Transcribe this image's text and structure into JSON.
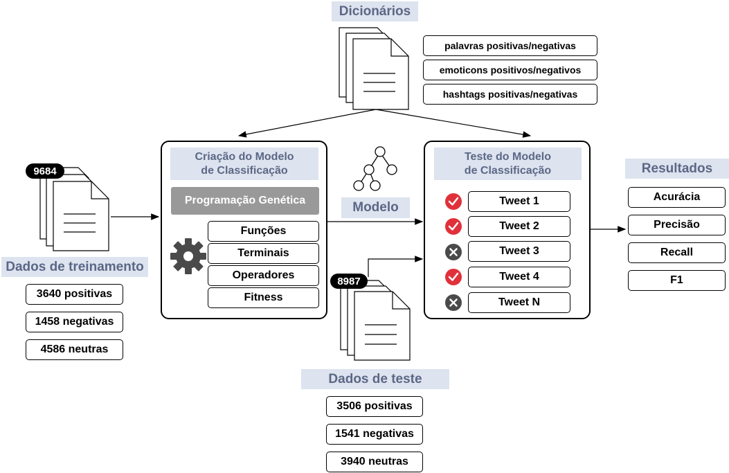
{
  "dictionaries": {
    "title": "Dicionários",
    "items": [
      "palavras positivas/negativas",
      "emoticons positivos/negativos",
      "hashtags positivas/negativas"
    ]
  },
  "training": {
    "badge": "9684",
    "title": "Dados de treinamento",
    "items": [
      "3640 positivas",
      "1458 negativas",
      "4586 neutras"
    ]
  },
  "creation": {
    "title_line1": "Criação do Modelo",
    "title_line2": "de Classificação",
    "gp_label": "Programação Genética",
    "items": [
      "Funções",
      "Terminais",
      "Operadores",
      "Fitness"
    ]
  },
  "model": {
    "label": "Modelo"
  },
  "test_model": {
    "title_line1": "Teste do Modelo",
    "title_line2": "de Classificação",
    "tweets": [
      {
        "label": "Tweet 1",
        "status": "check"
      },
      {
        "label": "Tweet 2",
        "status": "check"
      },
      {
        "label": "Tweet 3",
        "status": "cross"
      },
      {
        "label": "Tweet 4",
        "status": "check"
      },
      {
        "label": "Tweet N",
        "status": "cross"
      }
    ]
  },
  "test_data": {
    "badge": "8987",
    "title": "Dados de teste",
    "items": [
      "3506 positivas",
      "1541 negativas",
      "3940 neutras"
    ]
  },
  "results": {
    "title": "Resultados",
    "items": [
      "Acurácia",
      "Precisão",
      "Recall",
      "F1"
    ]
  },
  "colors": {
    "title_bg": "#dde3ef",
    "title_text": "#5b6785",
    "check": "#e0313a",
    "cross": "#4a4a4a"
  }
}
